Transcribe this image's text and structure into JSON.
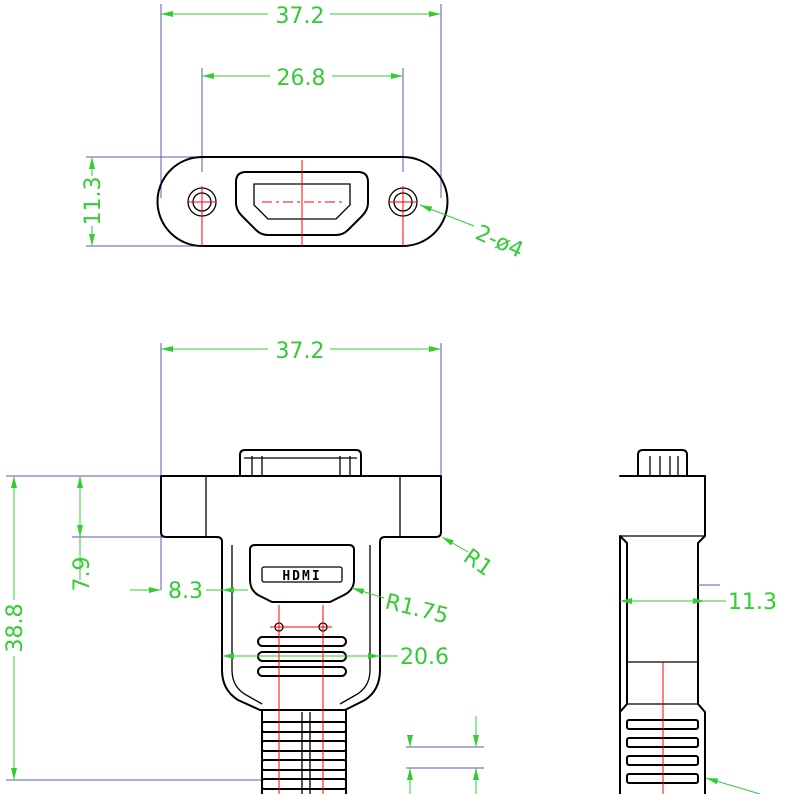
{
  "colors": {
    "dimension": "#33cc33",
    "extension": "#5b5bb3",
    "centerline": "#ff0000",
    "outline": "#000000",
    "background": "#ffffff"
  },
  "front_view": {
    "overall_width": "37.2",
    "hole_spacing": "26.8",
    "height": "11.3",
    "hole_callout": "2-ø4"
  },
  "top_view": {
    "overall_width": "37.2",
    "flange_height": "7.9",
    "flange_width": "8.3",
    "corner_radius": "R1",
    "logo_radius": "R1.75",
    "body_width": "20.6",
    "total_length": "38.8",
    "logo": "HDMI"
  },
  "side_view": {
    "thickness": "11.3"
  }
}
